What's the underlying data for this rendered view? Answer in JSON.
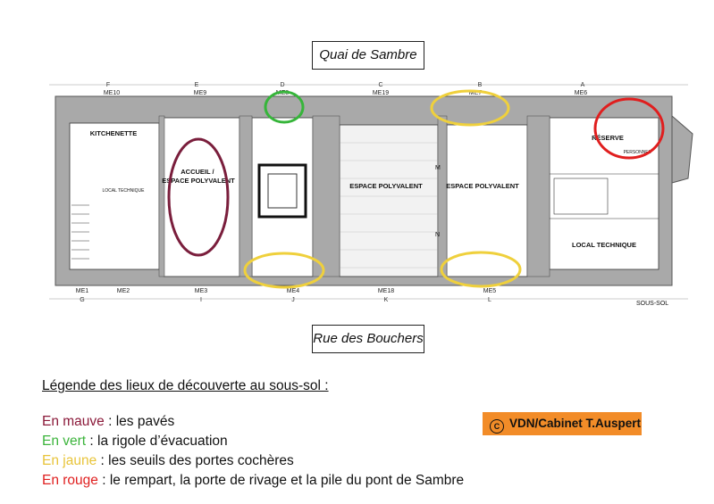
{
  "streets": {
    "top": "Quai de Sambre",
    "bottom": "Rue des Bouchers"
  },
  "axis_letters": [
    "F",
    "E",
    "D",
    "C",
    "B",
    "A"
  ],
  "axis_letters_bottom": [
    "G",
    "I",
    "J",
    "K",
    "L"
  ],
  "top_openings": [
    "ME10",
    "ME9",
    "ME8",
    "ME19",
    "ME7",
    "ME6"
  ],
  "bottom_openings": [
    "ME1",
    "ME2",
    "ME3",
    "ME4",
    "ME18",
    "ME5"
  ],
  "rooms": {
    "kitchenette": "KITCHENETTE",
    "local_technique_small": "LOCAL TECHNIQUE",
    "accueil": "ACCUEIL /\nESPACE POLYVALENT",
    "espace_c": "ESPACE POLYVALENT",
    "espace_b": "ESPACE POLYVALENT",
    "reserve": "RÉSERVE",
    "personnel": "PERSONNEL",
    "local_technique": "LOCAL TECHNIQUE"
  },
  "level_label": "SOUS-SOL",
  "markers": [
    "M",
    "N"
  ],
  "legend": {
    "title": "Légende des lieux de découverte au sous-sol :",
    "items": [
      {
        "term": "En mauve",
        "text": " : les pavés",
        "color": "#8b1a3a"
      },
      {
        "term": "En vert",
        "text": " : la rigole d’évacuation",
        "color": "#3cb43c"
      },
      {
        "term": "En jaune",
        "text": " : les seuils des portes cochères",
        "color": "#e8c43a"
      },
      {
        "term": "En rouge",
        "text": " : le rempart, la porte de rivage et la pile du pont de Sambre",
        "color": "#e02020"
      }
    ]
  },
  "credit": {
    "symbol": "C",
    "text": "VDN/Cabinet T.Auspert"
  },
  "highlight_colors": {
    "mauve": "#7a1e3c",
    "green": "#36b53a",
    "yellow": "#efd03c",
    "red": "#e01e1e"
  }
}
